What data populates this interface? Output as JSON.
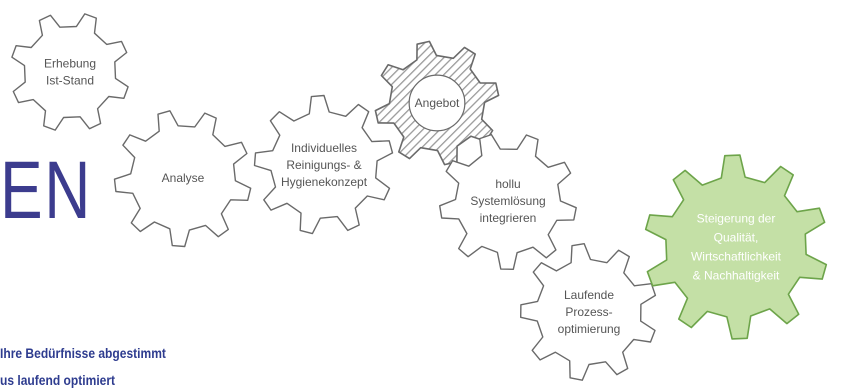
{
  "heading": "EN",
  "tagline": [
    "Ihre Bedürfnisse abgestimmt",
    "us laufend optimiert"
  ],
  "colors": {
    "outline": "#6a6a6a",
    "label": "#555555",
    "heading": "#3c3c8e",
    "tagline": "#2e3c8f",
    "highlight_fill": "#c4e0a6",
    "highlight_outline": "#6da44a",
    "highlight_label": "#ffffff",
    "hatch": "#9a9a9a"
  },
  "gears": [
    {
      "id": "erhebung",
      "lines": [
        "Erhebung",
        "Ist-Stand"
      ],
      "style": "plain"
    },
    {
      "id": "analyse",
      "lines": [
        "Analyse"
      ],
      "style": "plain"
    },
    {
      "id": "konzept",
      "lines": [
        "Individuelles",
        "Reinigungs- &",
        "Hygienekonzept"
      ],
      "style": "plain"
    },
    {
      "id": "angebot",
      "lines": [
        "Angebot"
      ],
      "style": "hatched"
    },
    {
      "id": "systemloesung",
      "lines": [
        "hollu",
        "Systemlösung",
        "integrieren"
      ],
      "style": "plain"
    },
    {
      "id": "optimierung",
      "lines": [
        "Laufende",
        "Prozess-",
        "optimierung"
      ],
      "style": "plain"
    },
    {
      "id": "steigerung",
      "lines": [
        "Steigerung der",
        "Qualität,",
        "Wirtschaftlichkeit",
        "& Nachhaltigkeit"
      ],
      "style": "highlight"
    }
  ]
}
